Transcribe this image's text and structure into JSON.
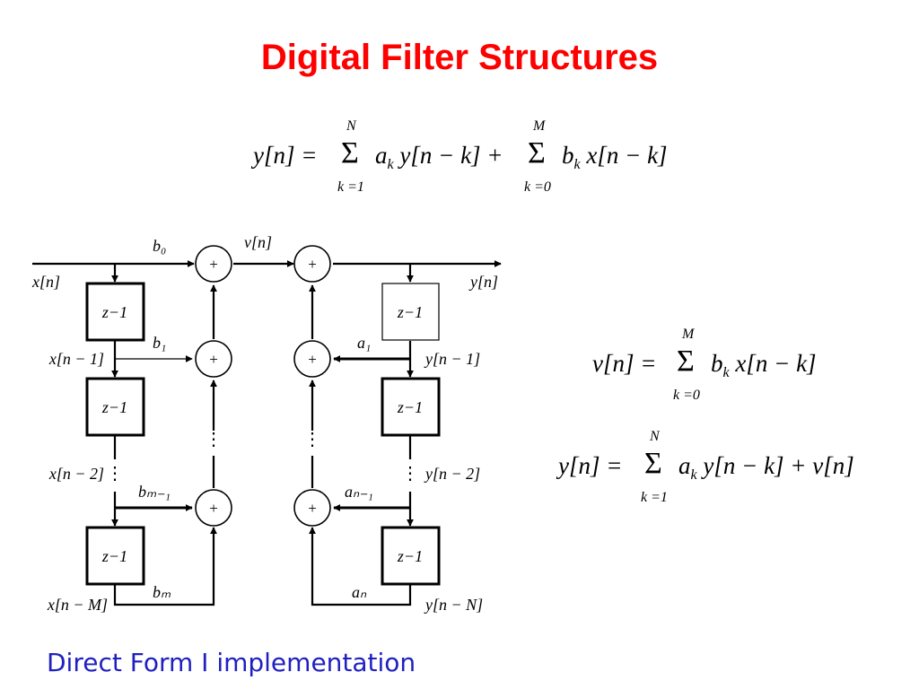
{
  "title": "Digital Filter Structures",
  "caption": "Direct Form I implementation",
  "equations": {
    "general": {
      "lhs": "y[n] =",
      "sum1_upper": "N",
      "sum1_lower": "k =1",
      "sum1_body": "a",
      "sum1_sub": "k",
      "sum1_tail": " y[n − k] +",
      "sum2_upper": "M",
      "sum2_lower": "k =0",
      "sum2_body": "b",
      "sum2_sub": "k",
      "sum2_tail": " x[n − k]"
    },
    "v": {
      "lhs": "v[n] =",
      "upper": "M",
      "lower": "k =0",
      "body": "b",
      "sub": "k",
      "tail": " x[n − k]"
    },
    "y": {
      "lhs": "y[n] =",
      "upper": "N",
      "lower": "k =1",
      "body": "a",
      "sub": "k",
      "tail": " y[n − k] + v[n]"
    }
  },
  "diagram": {
    "delay_label": "z−1",
    "adder_symbol": "+",
    "signals": {
      "x_n": "x[n]",
      "x_n1": "x[n − 1]",
      "x_n2": "x[n − 2]",
      "x_nM": "x[n − M]",
      "y_n": "y[n]",
      "y_n1": "y[n − 1]",
      "y_n2": "y[n − 2]",
      "y_nN": "y[n − N]",
      "v_n": "v[n]"
    },
    "coefficients": {
      "b0": "b₀",
      "b1": "b₁",
      "bM1": "bₘ₋₁",
      "bM": "bₘ",
      "a1": "a₁",
      "aN1": "aₙ₋₁",
      "aN": "aₙ"
    },
    "ellipsis": "⋮"
  }
}
